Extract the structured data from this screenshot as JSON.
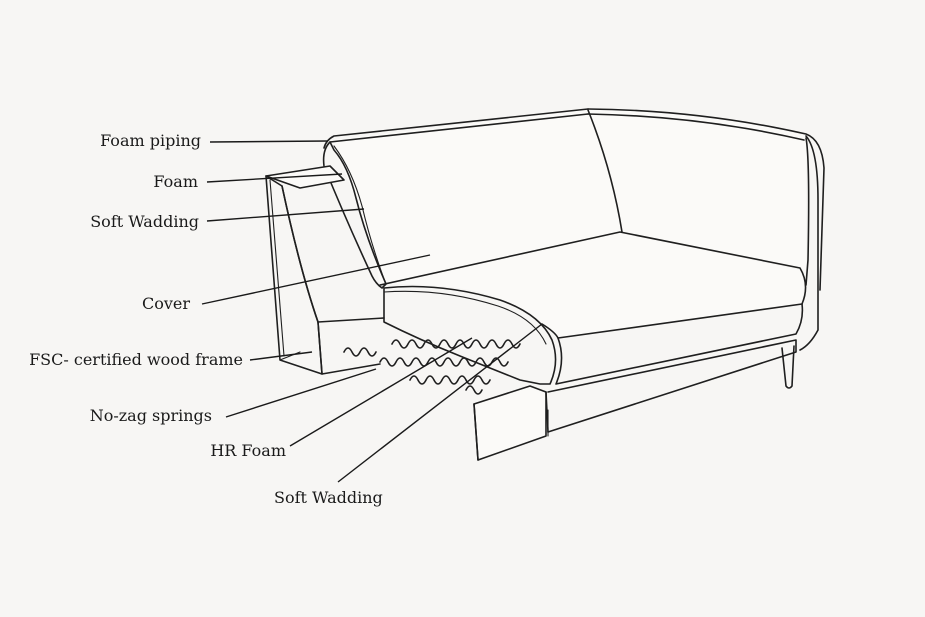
{
  "labels": {
    "foam_piping": "Foam piping",
    "foam": "Foam",
    "soft_wadding_top": "Soft Wadding",
    "cover": "Cover",
    "wood_frame": "FSC- certified wood frame",
    "springs": "No-zag springs",
    "hr_foam": "HR Foam",
    "soft_wadding_bottom": "Soft Wadding"
  },
  "colors": {
    "background": "#f7f6f4",
    "line": "#1f1f1f",
    "hatch": "#9a9a9a",
    "face": "#fbfaf8"
  }
}
